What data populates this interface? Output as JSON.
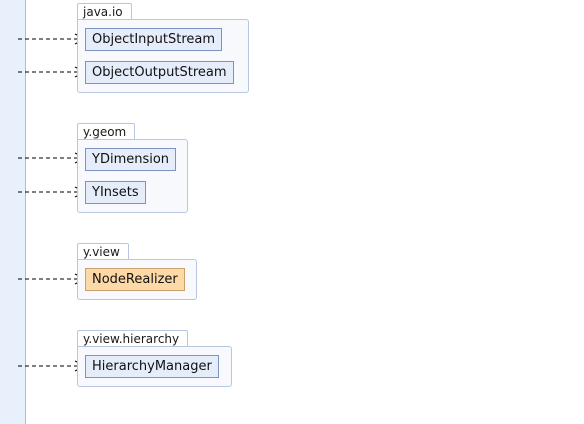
{
  "packages": [
    {
      "id": "java-io",
      "name": "java.io",
      "classes": [
        {
          "name": "ObjectInputStream",
          "highlight": false
        },
        {
          "name": "ObjectOutputStream",
          "highlight": false
        }
      ]
    },
    {
      "id": "y-geom",
      "name": "y.geom",
      "classes": [
        {
          "name": "YDimension",
          "highlight": false
        },
        {
          "name": "YInsets",
          "highlight": false
        }
      ]
    },
    {
      "id": "y-view",
      "name": "y.view",
      "classes": [
        {
          "name": "NodeRealizer",
          "highlight": true
        }
      ]
    },
    {
      "id": "y-view-hierarchy",
      "name": "y.view.hierarchy",
      "classes": [
        {
          "name": "HierarchyManager",
          "highlight": false
        }
      ]
    }
  ],
  "colors": {
    "class_fill": "#e6edfa",
    "class_highlight_fill": "#fcd9a6",
    "package_border": "#b7c7e3",
    "edge": "#000000"
  },
  "edge_style": "dashed-open-arrow"
}
